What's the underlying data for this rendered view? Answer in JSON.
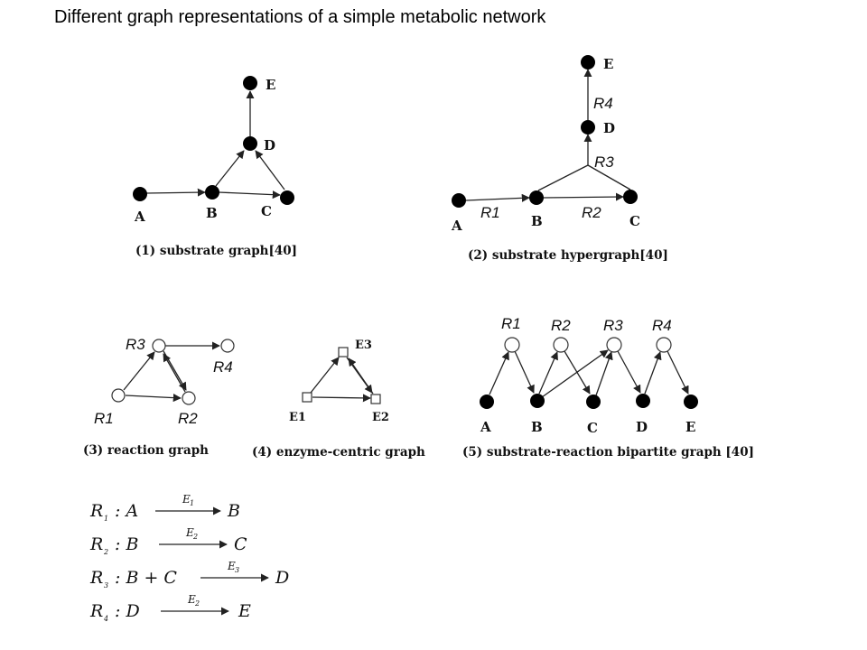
{
  "title": "Different graph representations of a simple metabolic network",
  "panel1": {
    "caption": "(1) substrate graph[40]",
    "nodes": {
      "A": "A",
      "B": "B",
      "C": "C",
      "D": "D",
      "E": "E"
    }
  },
  "panel2": {
    "caption": "(2) substrate hypergraph[40]",
    "nodes": {
      "A": "A",
      "B": "B",
      "C": "C",
      "D": "D",
      "E": "E"
    },
    "reactions": {
      "R1": "R1",
      "R2": "R2",
      "R3": "R3",
      "R4": "R4"
    }
  },
  "panel3": {
    "caption": "(3) reaction graph",
    "nodes": {
      "R1": "R1",
      "R2": "R2",
      "R3": "R3",
      "R4": "R4"
    }
  },
  "panel4": {
    "caption": "(4) enzyme-centric graph",
    "nodes": {
      "E1": "E1",
      "E2": "E2",
      "E3": "E3"
    }
  },
  "panel5": {
    "caption": "(5) substrate-reaction bipartite graph [40]",
    "reactions": {
      "R1": "R1",
      "R2": "R2",
      "R3": "R3",
      "R4": "R4"
    },
    "substrates": {
      "A": "A",
      "B": "B",
      "C": "C",
      "D": "D",
      "E": "E"
    }
  },
  "equations": [
    {
      "reaction": "R",
      "sub": "1",
      "lhs": ": A",
      "enzyme": "E",
      "enzyme_sub": "1",
      "rhs": "B"
    },
    {
      "reaction": "R",
      "sub": "2",
      "lhs": ": B",
      "enzyme": "E",
      "enzyme_sub": "2",
      "rhs": "C"
    },
    {
      "reaction": "R",
      "sub": "3",
      "lhs": ": B + C",
      "enzyme": "E",
      "enzyme_sub": "3",
      "rhs": "D"
    },
    {
      "reaction": "R",
      "sub": "4",
      "lhs": ": D",
      "enzyme": "E",
      "enzyme_sub": "2",
      "rhs": "E"
    }
  ]
}
